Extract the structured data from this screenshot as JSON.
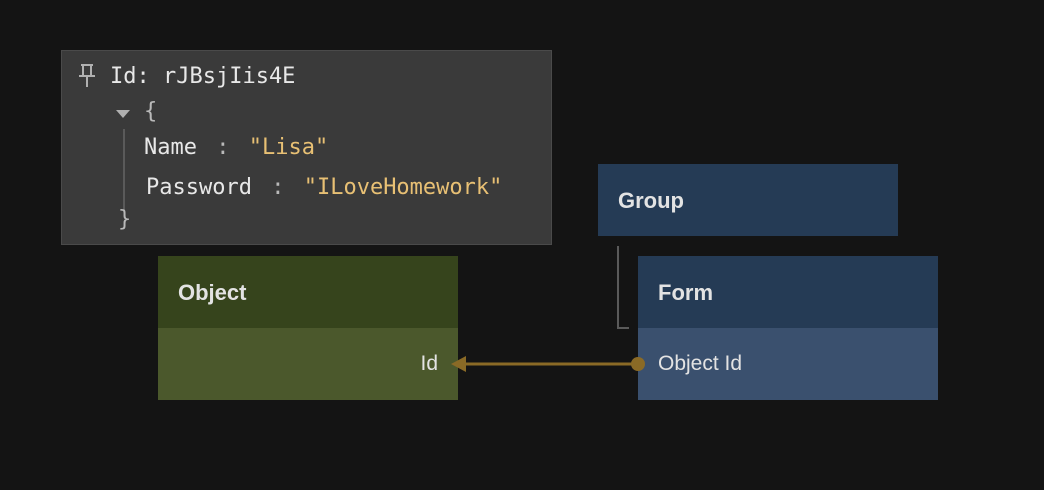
{
  "tooltip": {
    "id_label": "Id: rJBsjIis4E",
    "open_brace": "{",
    "close_brace": "}",
    "fields": [
      {
        "key": "Name",
        "sep": ":",
        "value": "\"Lisa\""
      },
      {
        "key": "Password",
        "sep": ":",
        "value": "\"ILoveHomework\""
      }
    ]
  },
  "nodes": {
    "object": {
      "title": "Object",
      "port": "Id",
      "header_color": "#36441c",
      "body_color": "#4b582c"
    },
    "group": {
      "title": "Group",
      "color": "#253b55"
    },
    "form": {
      "title": "Form",
      "port": "Object Id",
      "header_color": "#253b55",
      "body_color": "#3a506e"
    }
  },
  "connection": {
    "from": "Form.Object Id",
    "to": "Object.Id",
    "color": "#8a6a26"
  }
}
